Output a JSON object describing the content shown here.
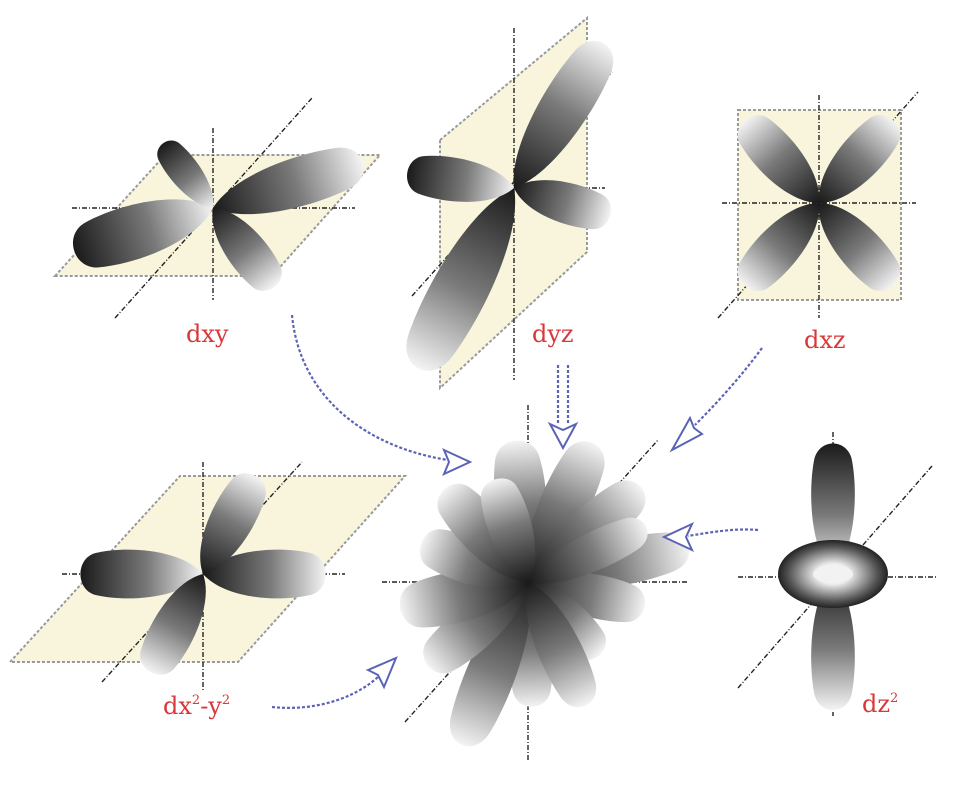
{
  "orbitals": {
    "dxy": "dxy",
    "dyz": "dyz",
    "dxz": "dxz",
    "dx2y2_main": "dx",
    "dx2y2_exp1": "2",
    "dx2y2_mid": "-y",
    "dx2y2_exp2": "2",
    "dz2_main": "dz",
    "dz2_exp": "2"
  },
  "colors": {
    "label": "#d8383a",
    "arrow": "#5b63b6",
    "plane": "#f8f5dc"
  }
}
